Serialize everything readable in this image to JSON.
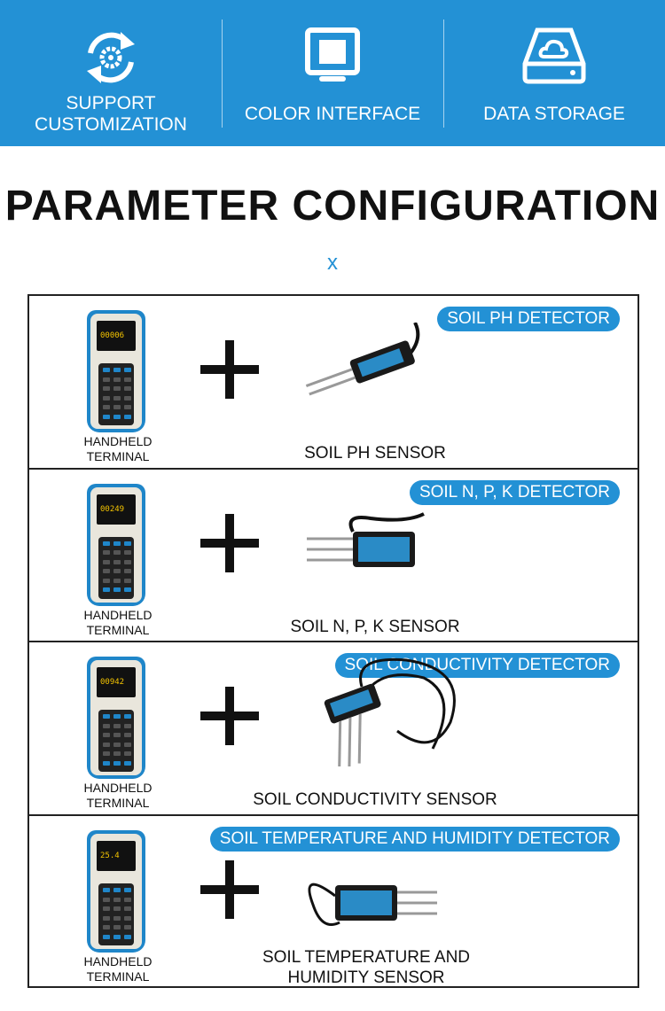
{
  "banner": {
    "features": [
      {
        "icon": "gear-refresh-icon",
        "label_line1": "SUPPORT",
        "label_line2": "CUSTOMIZATION"
      },
      {
        "icon": "monitor-icon",
        "label_line1": "COLOR INTERFACE",
        "label_line2": ""
      },
      {
        "icon": "cloud-storage-icon",
        "label_line1": "DATA STORAGE",
        "label_line2": ""
      }
    ],
    "color": "#2391d5"
  },
  "title": "PARAMETER CONFIGURATION",
  "times_symbol": "x",
  "rows": [
    {
      "device_label_1": "HANDHELD",
      "device_label_2": "TERMINAL",
      "reading": "00006",
      "badge": "SOIL PH DETECTOR",
      "sensor_1": "SOIL PH SENSOR",
      "sensor_2": ""
    },
    {
      "device_label_1": "HANDHELD",
      "device_label_2": "TERMINAL",
      "reading": "00249",
      "badge": "SOIL N, P, K DETECTOR",
      "sensor_1": "SOIL N, P, K SENSOR",
      "sensor_2": ""
    },
    {
      "device_label_1": "HANDHELD",
      "device_label_2": "TERMINAL",
      "reading": "00942",
      "badge": "SOIL CONDUCTIVITY DETECTOR",
      "sensor_1": "SOIL CONDUCTIVITY SENSOR",
      "sensor_2": ""
    },
    {
      "device_label_1": "HANDHELD",
      "device_label_2": "TERMINAL",
      "reading": "25.4",
      "badge": "SOIL TEMPERATURE AND HUMIDITY DETECTOR",
      "sensor_1": "SOIL TEMPERATURE AND",
      "sensor_2": "HUMIDITY SENSOR"
    }
  ]
}
